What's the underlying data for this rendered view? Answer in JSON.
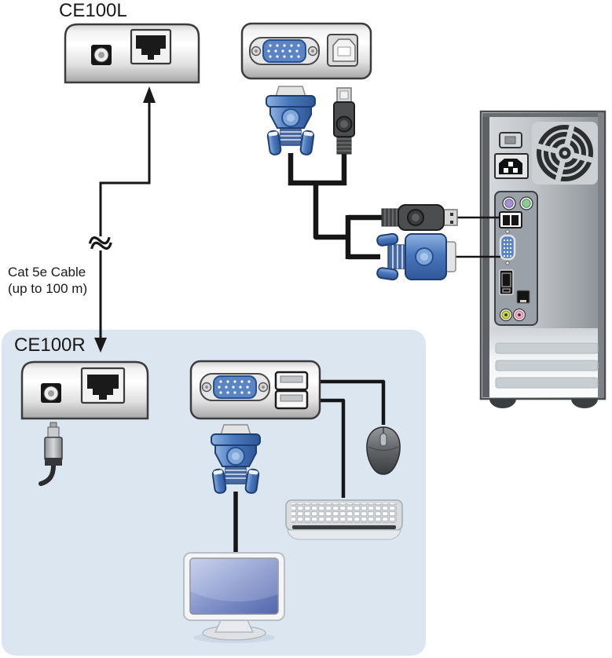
{
  "labels": {
    "local_unit": "CE100L",
    "remote_unit": "CE100R",
    "cable_note_line1": "Cat 5e Cable",
    "cable_note_line2": "(up to 100 m)"
  },
  "colors": {
    "background": "#ffffff",
    "remote_zone": "#dce6f1",
    "label_text": "#1a1a1a",
    "cable": "#161616",
    "vga_face": "#5b84c4",
    "ps2_purple": "#a492cf",
    "ps2_green": "#8fc996",
    "audio_lime": "#cdd63f",
    "audio_pink": "#f2a9c4",
    "tower_io": "#9aa1a8",
    "screen_blue": "#5267ac"
  },
  "components": {
    "local_unit_ports": [
      "dc-power-jack",
      "rj45-port"
    ],
    "local_console_panel_ports": [
      "vga-port",
      "usb-b-port"
    ],
    "kvm_cable_connectors": [
      "vga-male",
      "usb-b-male",
      "usb-a-male",
      "vga-male"
    ],
    "remote_unit_ports": [
      "dc-power-jack",
      "rj45-port"
    ],
    "remote_console_panel_ports": [
      "vga-port",
      "usb-port-top",
      "usb-port-bottom"
    ],
    "computer_rear_items": [
      "power-switch",
      "ac-inlet",
      "cooling-fan",
      "ps2-mouse-port",
      "ps2-keyboard-port",
      "usb-ports",
      "vga-port",
      "dvi-port",
      "ethernet-port",
      "audio-ports"
    ],
    "peripherals": [
      "mouse",
      "keyboard",
      "monitor",
      "dc-power-plug"
    ]
  }
}
